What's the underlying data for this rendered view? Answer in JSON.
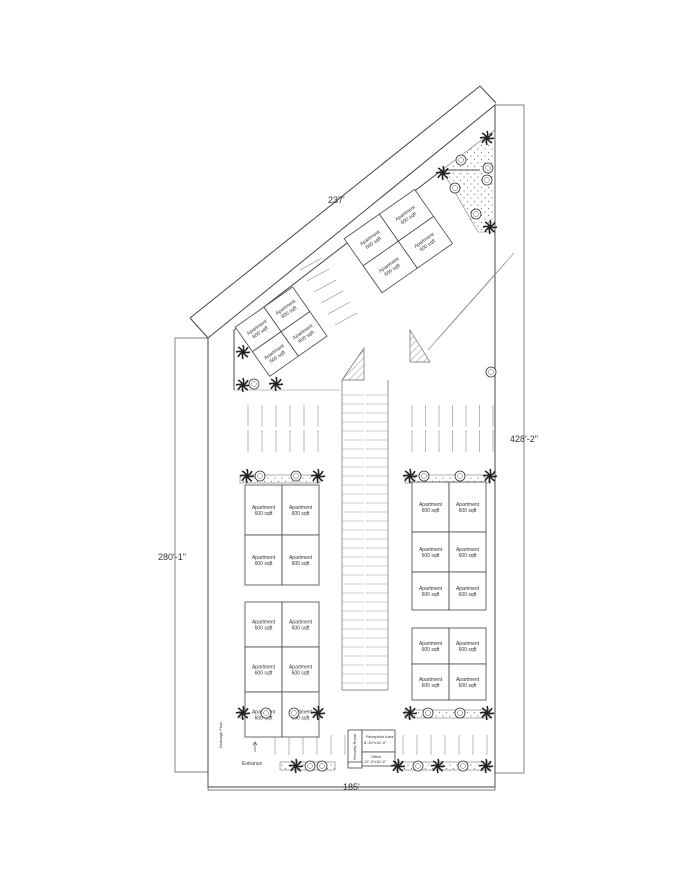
{
  "site": {
    "dimensions": {
      "top_diagonal": "237'",
      "left": "280'-1\"",
      "right": "428'-2\"",
      "bottom": "185'"
    },
    "labels": {
      "entrance": "Entrance",
      "drainage": "Drainage Flow",
      "security": "Security Room",
      "reception": "Reception Area",
      "reception_size": "8'-10\"x16'-0\"",
      "office": "Office",
      "office_size": "12'-3\"x16'-0\""
    }
  },
  "units": {
    "apartment": "Apartment",
    "area": "600 sqft"
  },
  "colors": {
    "line": "#444444",
    "light_line": "#888888",
    "hatch": "#777777",
    "tree": "#222222"
  }
}
